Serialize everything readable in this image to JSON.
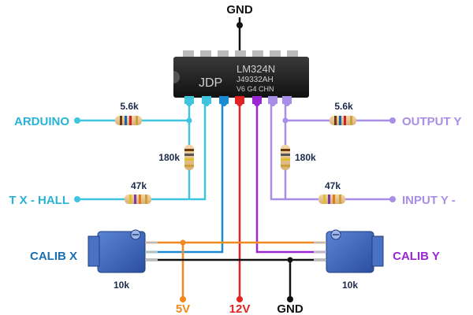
{
  "chip": {
    "line1": "LM324N",
    "line2": "JDP",
    "line3": "J49332AH",
    "line4": "V6 G4 CHN"
  },
  "labels": {
    "gnd_top": "GND",
    "arduino": "ARDUINO",
    "input_x_hall": "T X - HALL",
    "output_y": "OUTPUT Y",
    "input_y": "INPUT Y -",
    "calib_x": "CALIB X",
    "calib_y": "CALIB Y",
    "v5": "5V",
    "v12": "12V",
    "gnd_bottom": "GND"
  },
  "resistors": {
    "r_top_left": "5.6k",
    "r_top_right": "5.6k",
    "r_mid_left": "180k",
    "r_mid_right": "180k",
    "r_bot_left": "47k",
    "r_bot_right": "47k"
  },
  "pots": {
    "left": "10k",
    "right": "10k"
  },
  "colors": {
    "cyan": "#3fc4e0",
    "blue": "#1a8bd2",
    "red": "#e02424",
    "purple": "#9a27d2",
    "lavender": "#a98ee8",
    "orange": "#f08a1e",
    "black": "#111111",
    "teal_text": "#26b3d6",
    "purple_text": "#9a27d2",
    "lavender_text": "#a98ee8",
    "orange_text": "#f08a1e",
    "red_text": "#e02424"
  }
}
